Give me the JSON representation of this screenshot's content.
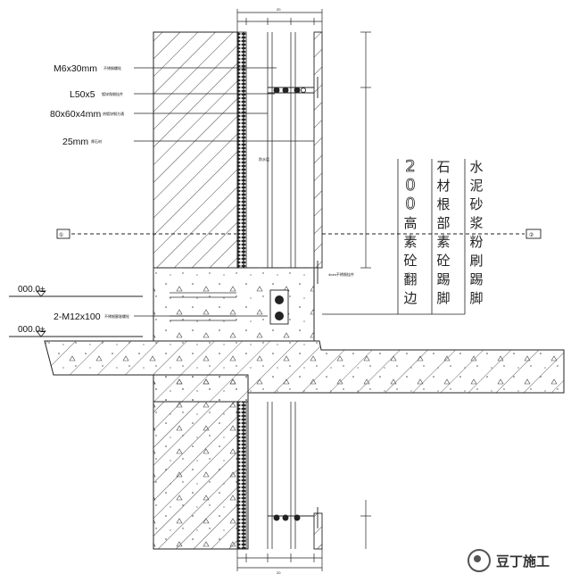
{
  "labels": {
    "bolt": "M6x30mm",
    "bolt_cn": "不锈钢螺栓",
    "angle": "L50x5",
    "angle_cn": "镀锌角钢挂件",
    "tube": "80x60x4mm",
    "tube_cn": "热镀锌钢方通",
    "stone": "25mm",
    "stone_cn": "厚石材",
    "anchor": "2-M12x100",
    "anchor_cn": "不锈钢膨胀螺栓",
    "level_top": "000.0±",
    "level_bottom": "000.0±",
    "grid_left": "①",
    "grid_right": "②",
    "dim_top": "20",
    "dim_bottom": "20",
    "side_small": "4mm不锈钢挂件",
    "waterproof": "防水层"
  },
  "legend": {
    "col1": [
      "2",
      "0",
      "0",
      "高",
      "素",
      "砼",
      "翻",
      "边"
    ],
    "col2": [
      "石",
      "材",
      "根",
      "部",
      "素",
      "砼",
      "踢",
      "脚"
    ],
    "col3": [
      "水",
      "泥",
      "砂",
      "浆",
      "粉",
      "刷",
      "踢",
      "脚"
    ]
  },
  "watermark": "豆丁施工"
}
